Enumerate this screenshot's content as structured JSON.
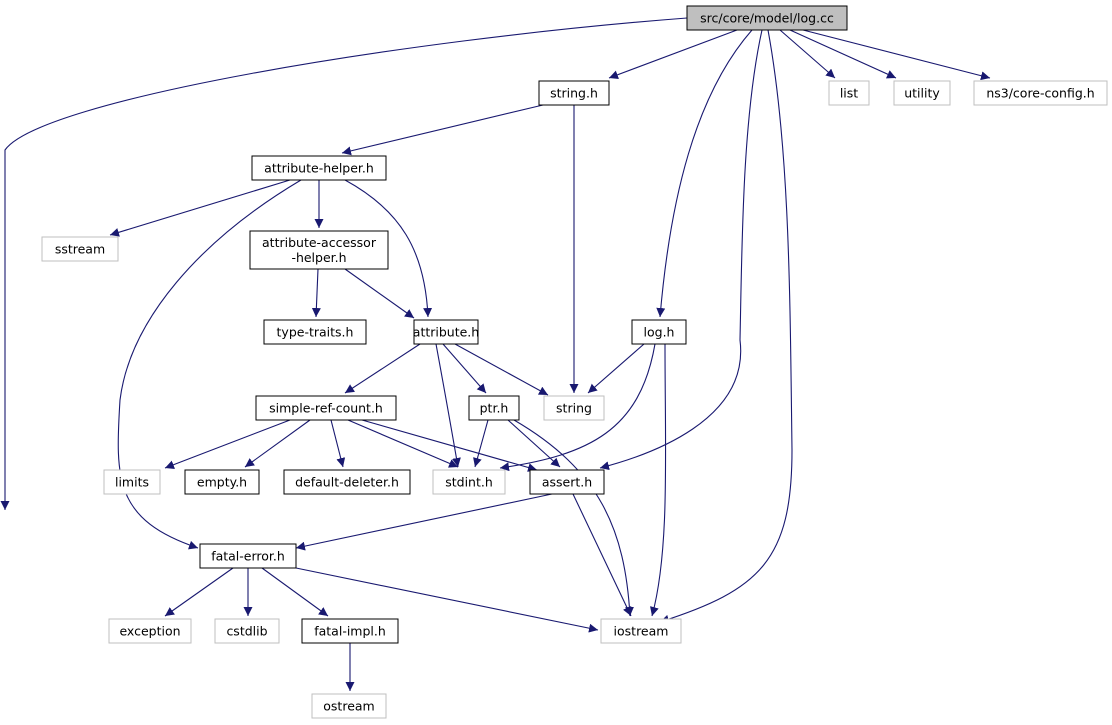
{
  "colors": {
    "edge": "#191970",
    "box_border": "#000000",
    "ext_border": "#bfbfbf",
    "root_fill": "#bfbfbf",
    "node_fill": "#ffffff",
    "text": "#000000"
  },
  "nodes": [
    {
      "id": "logcc",
      "lines": [
        "src/core/model/log.cc"
      ],
      "kind": "root"
    },
    {
      "id": "stringh",
      "lines": [
        "string.h"
      ],
      "kind": "internal"
    },
    {
      "id": "list",
      "lines": [
        "list"
      ],
      "kind": "external"
    },
    {
      "id": "utility",
      "lines": [
        "utility"
      ],
      "kind": "external"
    },
    {
      "id": "coreconfig",
      "lines": [
        "ns3/core-config.h"
      ],
      "kind": "external"
    },
    {
      "id": "attrhelper",
      "lines": [
        "attribute-helper.h"
      ],
      "kind": "internal"
    },
    {
      "id": "sstream",
      "lines": [
        "sstream"
      ],
      "kind": "external"
    },
    {
      "id": "attraccessor",
      "lines": [
        "attribute-accessor",
        "-helper.h"
      ],
      "kind": "internal"
    },
    {
      "id": "typetraits",
      "lines": [
        "type-traits.h"
      ],
      "kind": "internal"
    },
    {
      "id": "attrh",
      "lines": [
        "attribute.h"
      ],
      "kind": "internal"
    },
    {
      "id": "logh",
      "lines": [
        "log.h"
      ],
      "kind": "internal"
    },
    {
      "id": "simpleref",
      "lines": [
        "simple-ref-count.h"
      ],
      "kind": "internal"
    },
    {
      "id": "ptrh",
      "lines": [
        "ptr.h"
      ],
      "kind": "internal"
    },
    {
      "id": "string",
      "lines": [
        "string"
      ],
      "kind": "external"
    },
    {
      "id": "limits",
      "lines": [
        "limits"
      ],
      "kind": "external"
    },
    {
      "id": "emptyh",
      "lines": [
        "empty.h"
      ],
      "kind": "internal"
    },
    {
      "id": "defdeleter",
      "lines": [
        "default-deleter.h"
      ],
      "kind": "internal"
    },
    {
      "id": "stdint",
      "lines": [
        "stdint.h"
      ],
      "kind": "external"
    },
    {
      "id": "asserth",
      "lines": [
        "assert.h"
      ],
      "kind": "internal"
    },
    {
      "id": "fatalerror",
      "lines": [
        "fatal-error.h"
      ],
      "kind": "internal"
    },
    {
      "id": "exception",
      "lines": [
        "exception"
      ],
      "kind": "external"
    },
    {
      "id": "cstdlib",
      "lines": [
        "cstdlib"
      ],
      "kind": "external"
    },
    {
      "id": "fatalimpl",
      "lines": [
        "fatal-impl.h"
      ],
      "kind": "internal"
    },
    {
      "id": "iostream",
      "lines": [
        "iostream"
      ],
      "kind": "external"
    },
    {
      "id": "ostream",
      "lines": [
        "ostream"
      ],
      "kind": "external"
    }
  ],
  "edges": [
    {
      "from": "logcc",
      "to": "stringh"
    },
    {
      "from": "logcc",
      "to": "list"
    },
    {
      "from": "logcc",
      "to": "utility"
    },
    {
      "from": "logcc",
      "to": "coreconfig"
    },
    {
      "from": "logcc",
      "to": "logh"
    },
    {
      "from": "logcc",
      "to": "asserth"
    },
    {
      "from": "logcc",
      "to": "iostream"
    },
    {
      "from": "logcc",
      "to": "fatalerror"
    },
    {
      "from": "stringh",
      "to": "attrhelper"
    },
    {
      "from": "stringh",
      "to": "string"
    },
    {
      "from": "attrhelper",
      "to": "sstream"
    },
    {
      "from": "attrhelper",
      "to": "attraccessor"
    },
    {
      "from": "attrhelper",
      "to": "attrh"
    },
    {
      "from": "attrhelper",
      "to": "fatalerror"
    },
    {
      "from": "attraccessor",
      "to": "typetraits"
    },
    {
      "from": "attraccessor",
      "to": "attrh"
    },
    {
      "from": "attrh",
      "to": "simpleref"
    },
    {
      "from": "attrh",
      "to": "ptrh"
    },
    {
      "from": "attrh",
      "to": "string"
    },
    {
      "from": "attrh",
      "to": "stdint"
    },
    {
      "from": "logh",
      "to": "string"
    },
    {
      "from": "logh",
      "to": "stdint"
    },
    {
      "from": "logh",
      "to": "iostream"
    },
    {
      "from": "simpleref",
      "to": "limits"
    },
    {
      "from": "simpleref",
      "to": "emptyh"
    },
    {
      "from": "simpleref",
      "to": "defdeleter"
    },
    {
      "from": "simpleref",
      "to": "stdint"
    },
    {
      "from": "simpleref",
      "to": "asserth"
    },
    {
      "from": "ptrh",
      "to": "stdint"
    },
    {
      "from": "ptrh",
      "to": "asserth"
    },
    {
      "from": "ptrh",
      "to": "iostream"
    },
    {
      "from": "asserth",
      "to": "fatalerror"
    },
    {
      "from": "asserth",
      "to": "iostream"
    },
    {
      "from": "fatalerror",
      "to": "exception"
    },
    {
      "from": "fatalerror",
      "to": "cstdlib"
    },
    {
      "from": "fatalerror",
      "to": "fatalimpl"
    },
    {
      "from": "fatalerror",
      "to": "iostream"
    },
    {
      "from": "fatalimpl",
      "to": "ostream"
    }
  ]
}
